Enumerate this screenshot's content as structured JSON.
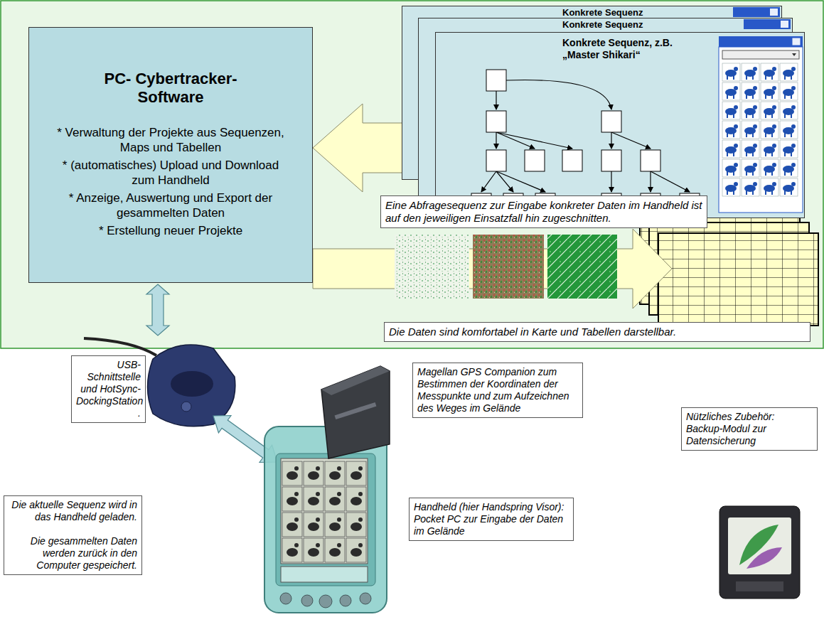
{
  "diagram": {
    "nodes": [
      {
        "text": [
          "PC- Cybertracker- Software",
          "* Verwaltung der Projekte aus Sequenzen, Maps und Tabellen",
          "* (automatisches) Upload und Download zum Handheld",
          "* Anzeige, Auswertung und Export der gesammelten Daten",
          "* Erstellung neuer Projekte"
        ]
      },
      {
        "text": [
          "Konkrete Sequenz"
        ]
      },
      {
        "text": [
          "Konkrete Sequenz"
        ]
      },
      {
        "text": [
          "Konkrete Sequenz, z.B. „Master Shikari“"
        ]
      },
      {
        "text": [
          "Eine Abfragesequenz zur Eingabe konkreter Daten im Handheld ist auf den jeweiligen Einsatzfall hin zugeschnitten."
        ]
      },
      {
        "text": [
          "Die Daten sind komfortabel in Karte und Tabellen darstellbar."
        ]
      },
      {
        "text": [
          "USB- Schnittstelle und HotSync- DockingStation ."
        ]
      },
      {
        "text": [
          "Magellan GPS Companion zum Bestimmen der Koordinaten der Messpunkte und zum Aufzeichnen des Weges im Gelände"
        ]
      },
      {
        "text": [
          "Die aktuelle Sequenz wird in das Handheld geladen.",
          "Die gesammelten Daten werden zurück in den Computer gespeichert."
        ]
      },
      {
        "text": [
          "Handheld (hier Handspring Visor): Pocket PC zur Eingabe der Daten im Gelände"
        ]
      },
      {
        "text": [
          "Nützliches Zubehör: Backup-Modul zur Datensicherung"
        ]
      }
    ],
    "edges": [
      {
        "from": 3,
        "to": 0,
        "arrow": "to"
      }
    ]
  }
}
